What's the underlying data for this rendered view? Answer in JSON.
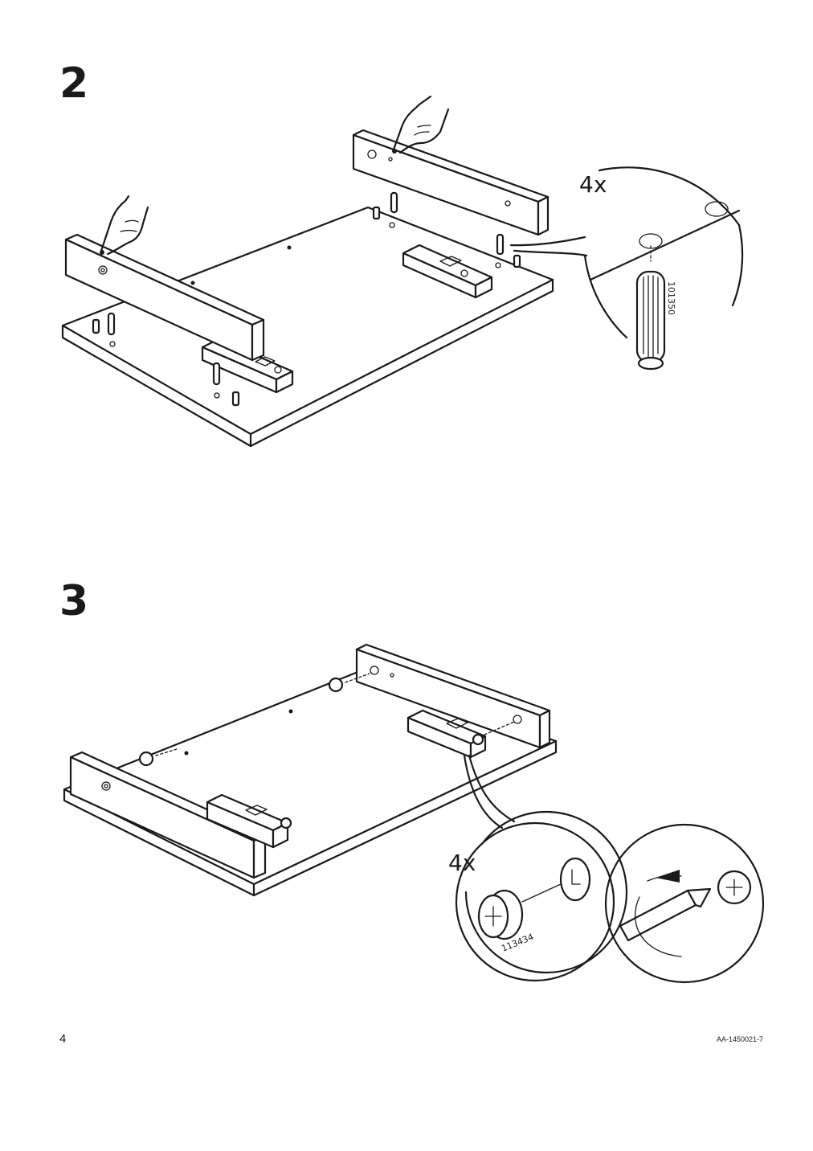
{
  "steps": [
    {
      "number": "2",
      "callout": {
        "quantity": "4x",
        "part_number": "101350",
        "part": "dowel-icon"
      }
    },
    {
      "number": "3",
      "callout": {
        "quantity": "4x",
        "part_number": "113434",
        "part": "cam-lock-icon",
        "tool": "flathead-screwdriver-icon"
      }
    }
  ],
  "footer": {
    "page_number": "4",
    "document_id": "AA-1450021-7"
  },
  "colors": {
    "ink": "#1a1a1a",
    "paper": "#ffffff"
  }
}
